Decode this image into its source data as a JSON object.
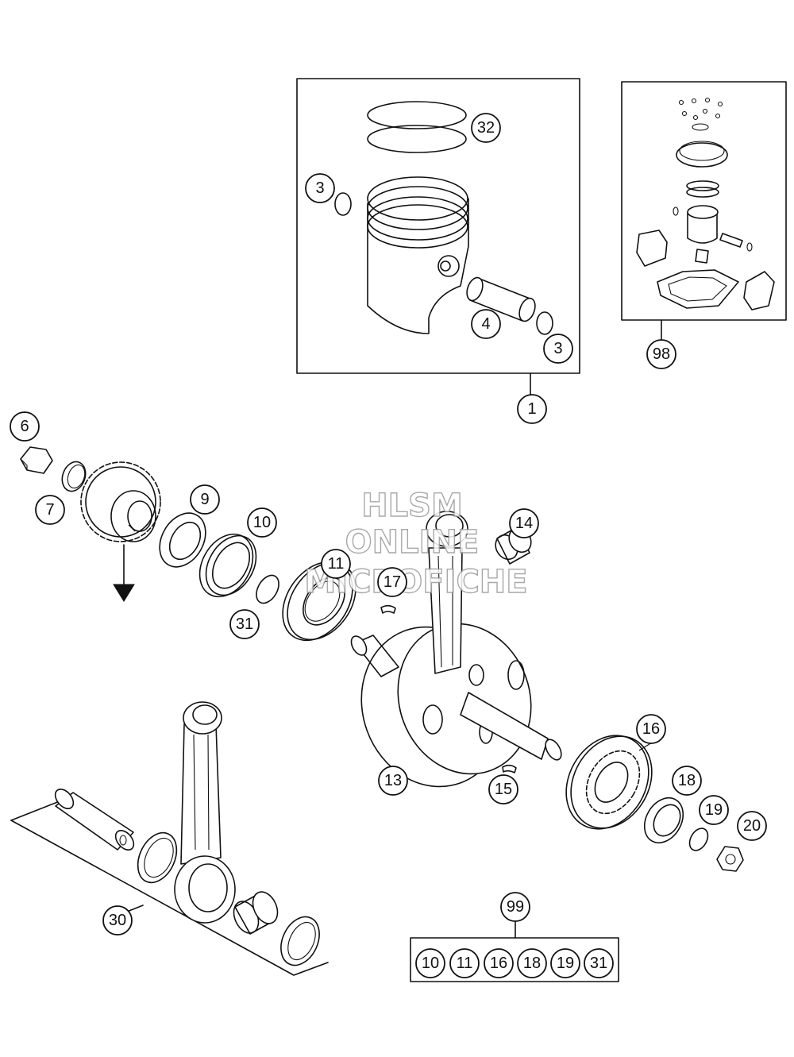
{
  "watermark": {
    "line1": "HLSM",
    "line2": "ONLINE",
    "line3": "MICROFICHE"
  },
  "callouts": {
    "piston_kit": "1",
    "piston_pin_circlip_left": "3",
    "piston_pin_circlip_right": "3",
    "piston_pin": "4",
    "piston_rings": "32",
    "gasket_kit": "98",
    "hex_nut": "6",
    "lock_washer": "7",
    "spacer_ring": "9",
    "shaft_seal": "10",
    "o_ring": "31",
    "bearing_left": "11",
    "woodruff_key_left": "17",
    "needle_bearing_small_end": "14",
    "crankshaft": "13",
    "woodruff_key_right": "15",
    "bearing_right": "16",
    "shaft_seal_right": "18",
    "washer_right": "19",
    "nut_right": "20",
    "conrod_kit": "30",
    "bearing_kit": "99"
  },
  "bearing_kit_contents": [
    "10",
    "11",
    "16",
    "18",
    "19",
    "31"
  ]
}
